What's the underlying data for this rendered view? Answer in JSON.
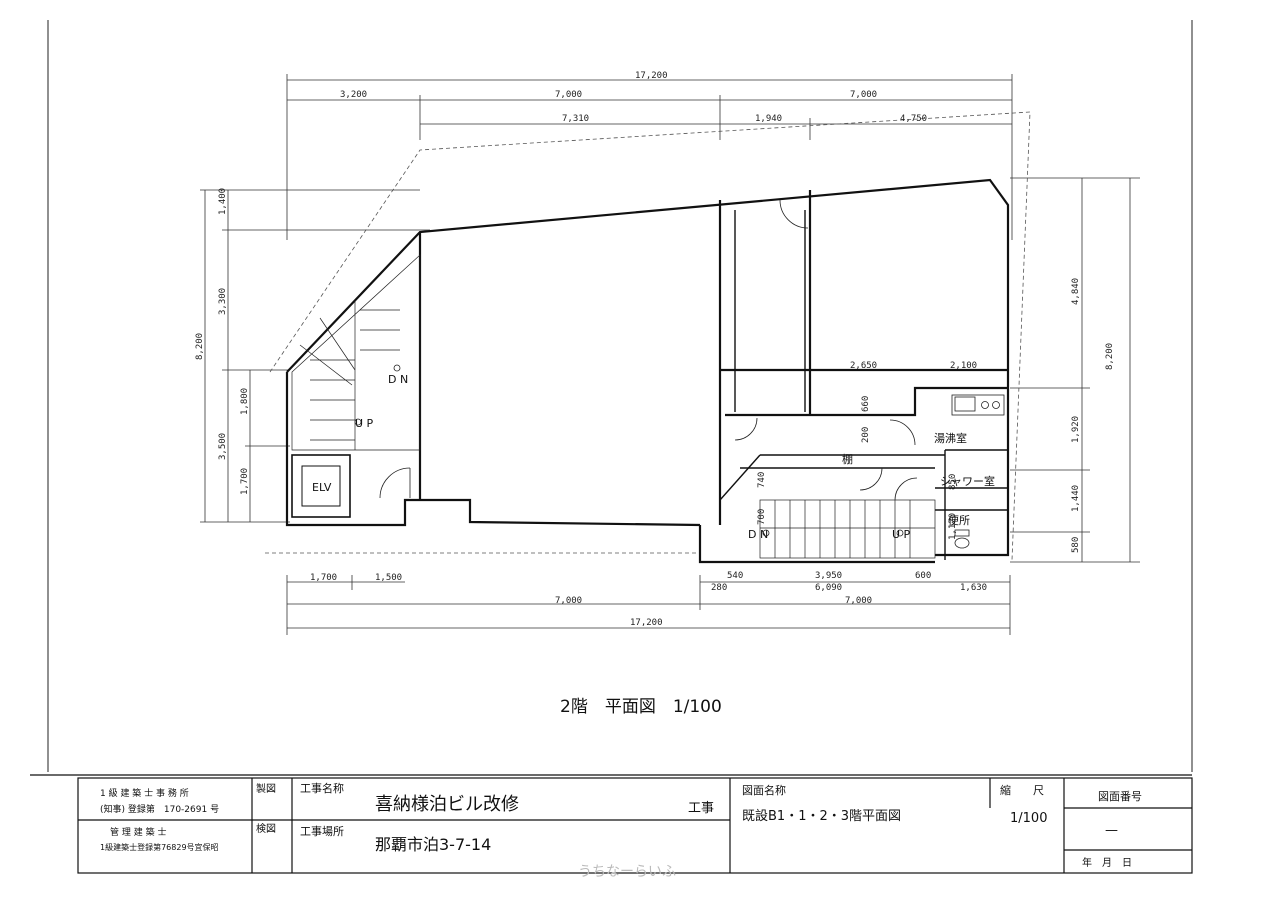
{
  "plan": {
    "title": "2階　平面図　1/100",
    "dims": {
      "top_total": "17,200",
      "top_a": "3,200",
      "top_b": "7,000",
      "top_c": "7,000",
      "top_d": "7,310",
      "top_e": "1,940",
      "top_f": "4,750",
      "left_total": "8,200",
      "left_a": "1,400",
      "left_b": "3,300",
      "left_c": "3,500",
      "left_d": "1,800",
      "left_e": "1,700",
      "right_total": "8,200",
      "right_a": "4,840",
      "right_b": "1,920",
      "right_c": "1,440",
      "right_d": "580",
      "inner_a": "2,650",
      "inner_b": "2,100",
      "inner_c": "660",
      "inner_d": "200",
      "inner_e": "740",
      "inner_f": "700",
      "inner_g": "850",
      "inner_h": "1,120",
      "bot_a": "1,700",
      "bot_b": "1,500",
      "bot_c": "540",
      "bot_d": "3,950",
      "bot_e": "600",
      "bot_f": "280",
      "bot_g": "6,090",
      "bot_h": "1,630",
      "bot_i": "7,000",
      "bot_j": "7,000",
      "bot_total": "17,200"
    },
    "labels": {
      "elv": "ELV",
      "dn1": "D N",
      "up1": "U P",
      "dn2": "D N",
      "up2": "U P",
      "kitchen": "湯沸室",
      "shower": "シャワー室",
      "toilet": "便所",
      "shelf": "棚"
    }
  },
  "title_block": {
    "office": "1 級 建 築 士 事 務 所",
    "office_reg": "(知事) 登録第　170-2691 号",
    "architect": "管 理 建 築 士",
    "architect_reg": "1級建築士登録第76829号宜保昭",
    "made_label": "製図",
    "check_label": "検図",
    "project_label": "工事名称",
    "project_name": "喜納様泊ビル改修",
    "project_suffix": "工事",
    "site_label": "工事場所",
    "site_address": "那覇市泊3-7-14",
    "drawing_label": "図面名称",
    "drawing_name": "既設B1・1・2・3階平面図",
    "scale_label": "縮　　尺",
    "scale_value": "1/100",
    "number_label": "図面番号",
    "number_value": "—",
    "date_label": "年　月　日",
    "watermark": "うちなーらいふ"
  }
}
